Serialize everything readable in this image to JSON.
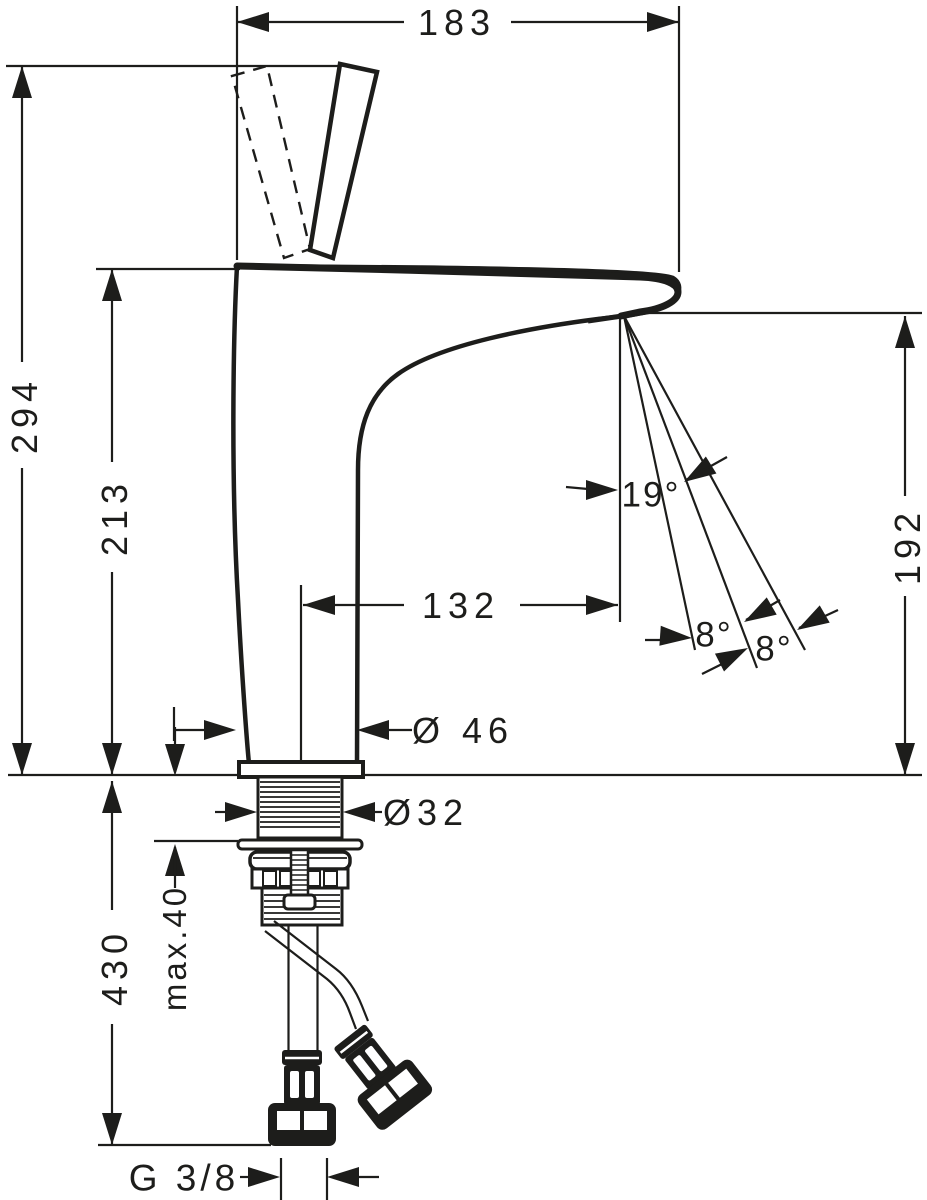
{
  "drawing": {
    "kind": "faucet-dimensional-drawing",
    "colors": {
      "line": "#1d1d1b",
      "background": "#ffffff"
    },
    "dimensions": {
      "overall_width": "183",
      "total_height": "294",
      "body_height": "213",
      "spout_projection": "132",
      "outlet_height": "192",
      "handle_angle": "19°",
      "angle_step_1": "8°",
      "angle_step_2": "8°",
      "body_diameter": "Ø 46",
      "shank_diameter": "Ø32",
      "max_deck_thickness": "max.40",
      "hose_length": "430",
      "connection_thread": "G 3/8"
    }
  }
}
